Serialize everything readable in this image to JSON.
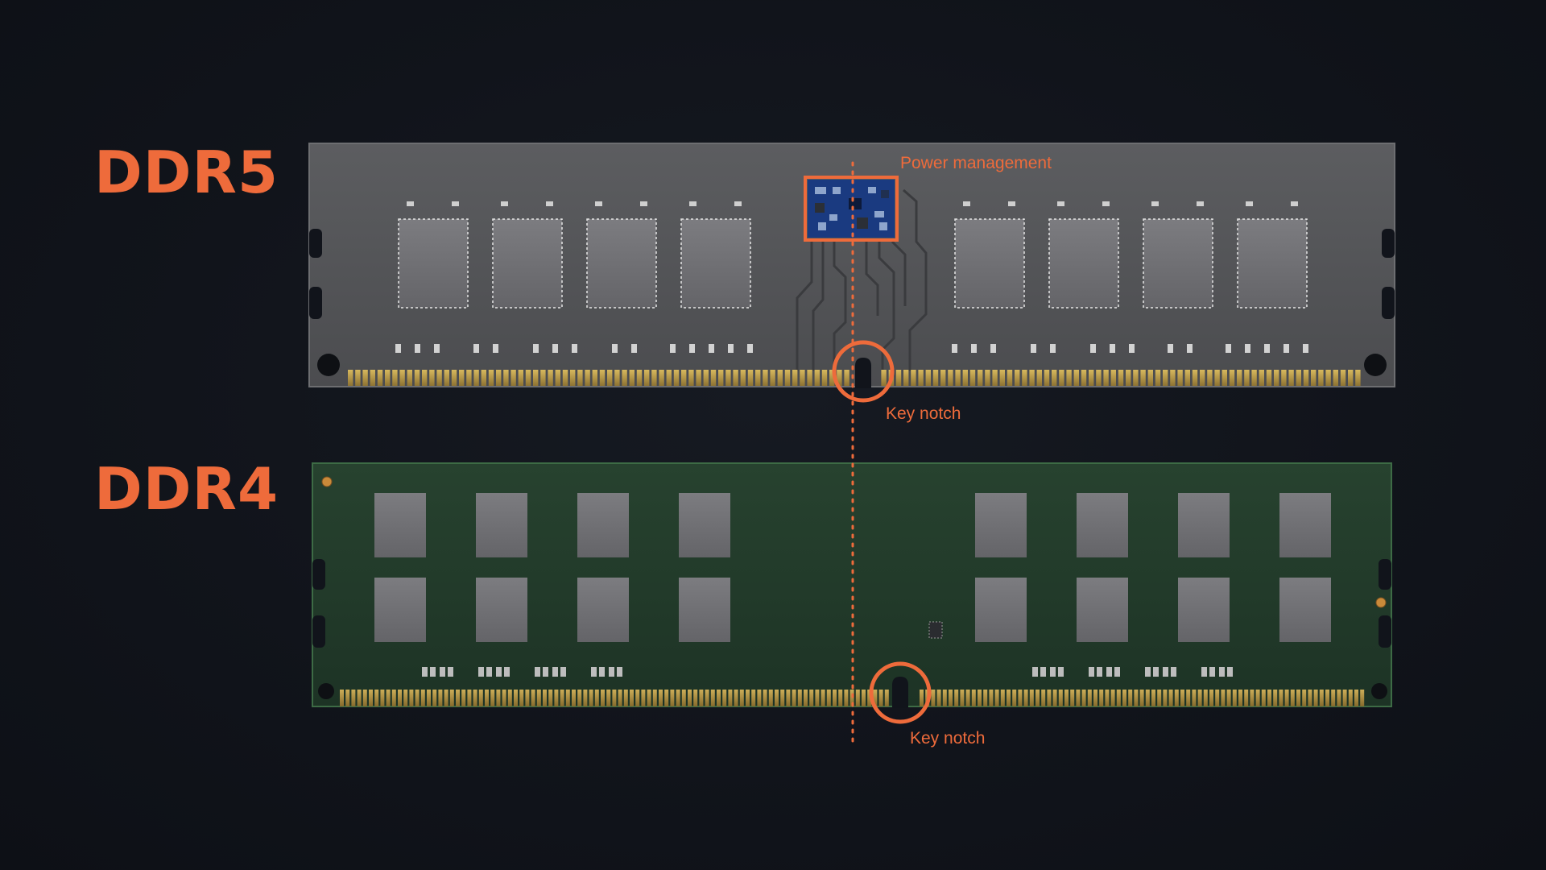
{
  "colors": {
    "background": "#11141b",
    "accent": "#ee6b3b",
    "ddr5_pcb": "#57585a",
    "ddr4_pcb": "#223a2a",
    "memory_chip": "#6e6e71",
    "gold_contacts": "#b89a48",
    "pmic_board": "#1b3f8a"
  },
  "modules": {
    "ddr5": {
      "label": "DDR5",
      "pmic_label": "Power management",
      "notch_label": "Key notch",
      "chip_count": 8
    },
    "ddr4": {
      "label": "DDR4",
      "notch_label": "Key notch",
      "chip_count": 16
    }
  },
  "icons": {
    "notch_marker": "circle-outline-icon",
    "pmic_marker": "square-outline-icon",
    "center_guide": "dotted-line-icon"
  }
}
